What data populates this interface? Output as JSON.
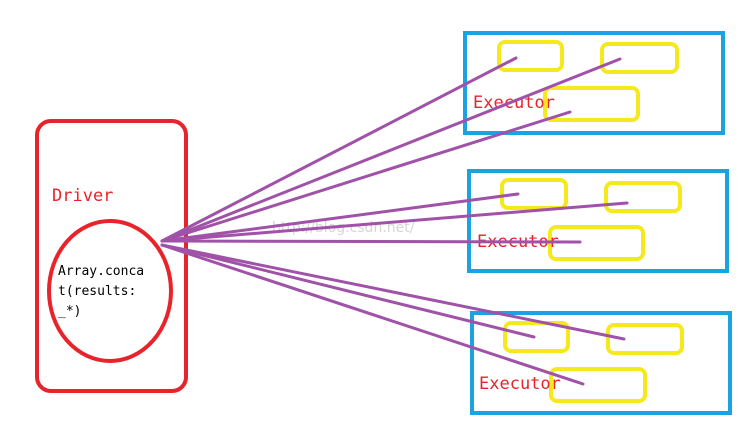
{
  "driver": {
    "label": "Driver"
  },
  "operation": {
    "lines": [
      "Array.conca",
      "t(results:",
      "_*)"
    ]
  },
  "executors": [
    {
      "label": "Executor"
    },
    {
      "label": "Executor"
    },
    {
      "label": "Executor"
    }
  ],
  "watermark": "http://blog.csdn.net/",
  "colors": {
    "driver": "#e8232b",
    "executor": "#1aa3e0",
    "task": "#f5e81c",
    "arrow": "#a052a8"
  }
}
